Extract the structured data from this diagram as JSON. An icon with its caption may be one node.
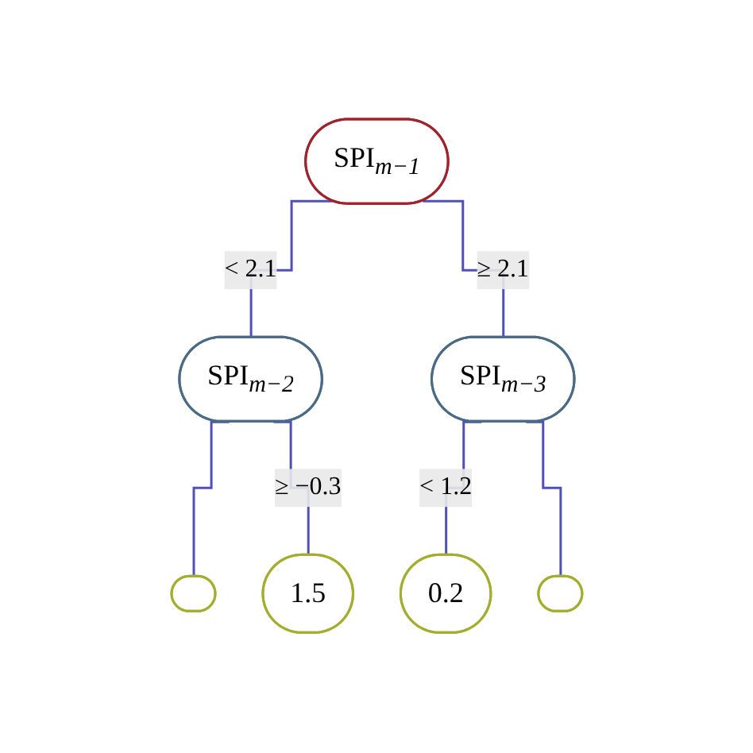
{
  "diagram": {
    "nodes": [
      {
        "text": [
          "SPI$_{m−1}$"
        ]
      },
      {
        "text": [
          "SPI$_{m−2}$"
        ]
      },
      {
        "text": [
          "SPI$_{m−3}$"
        ]
      },
      {
        "text": [],
        "shape": "oval"
      },
      {
        "text": [
          "1.5"
        ]
      },
      {
        "text": [
          "0.2"
        ]
      },
      {
        "text": [],
        "shape": "oval"
      }
    ],
    "edges": [
      {
        "from": 0,
        "to": 1,
        "arrow": "none",
        "label": "< 2.1"
      },
      {
        "from": 0,
        "to": 2,
        "arrow": "none",
        "label": "≥ 2.1"
      },
      {
        "from": 1,
        "to": 3,
        "arrow": "none"
      },
      {
        "from": 1,
        "to": 4,
        "arrow": "none",
        "label": "≥ −0.3"
      },
      {
        "from": 2,
        "to": 5,
        "arrow": "none",
        "label": "< 1.2"
      },
      {
        "from": 2,
        "to": 6,
        "arrow": "none"
      }
    ]
  }
}
